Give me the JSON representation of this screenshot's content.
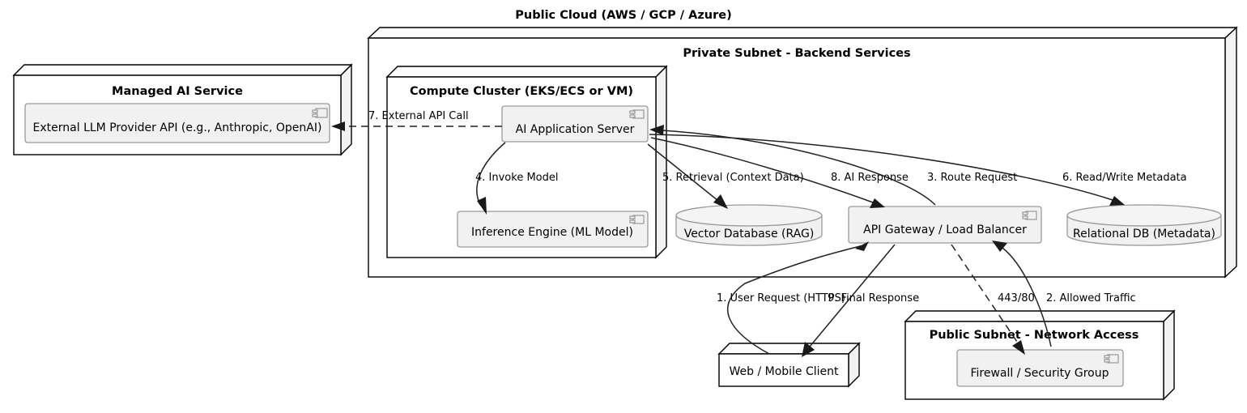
{
  "diagram": {
    "title": "Public Cloud (AWS / GCP / Azure)",
    "type": "uml-deployment-diagram",
    "colors": {
      "background": "#ffffff",
      "node_fill": "#ffffff",
      "component_fill": "#f1f1f1",
      "component_stroke": "#9a9a9a",
      "node_stroke": "#000000",
      "edge_stroke": "#222222",
      "text": "#000000"
    }
  },
  "nodes": {
    "managed_ai_service": {
      "title": "Managed AI Service",
      "shape": "node-3d",
      "components": [
        {
          "label": "External LLM Provider API (e.g., Anthropic, OpenAI)",
          "icon": "component-icon"
        }
      ]
    },
    "private_subnet": {
      "title": "Private Subnet - Backend Services",
      "shape": "node-3d",
      "components": [
        {
          "label": "API Gateway / Load Balancer",
          "icon": "component-icon",
          "shape": "component"
        },
        {
          "label": "Vector Database (RAG)",
          "icon": "database-icon",
          "shape": "database"
        },
        {
          "label": "Relational DB (Metadata)",
          "icon": "database-icon",
          "shape": "database"
        }
      ]
    },
    "compute_cluster": {
      "title": "Compute Cluster (EKS/ECS or VM)",
      "shape": "node-3d",
      "components": [
        {
          "label": "AI Application Server",
          "icon": "component-icon"
        },
        {
          "label": "Inference Engine (ML Model)",
          "icon": "component-icon"
        }
      ]
    },
    "public_subnet": {
      "title": "Public Subnet - Network Access",
      "shape": "node-3d",
      "components": [
        {
          "label": "Firewall / Security Group",
          "icon": "component-icon"
        }
      ]
    },
    "web_mobile_client": {
      "title": "Web / Mobile Client",
      "shape": "node-3d"
    }
  },
  "edges": [
    {
      "id": 1,
      "label": "1. User Request (HTTPS)",
      "from": "web_mobile_client",
      "to": "api_gateway",
      "style": "solid"
    },
    {
      "id": 2,
      "label": "2. Allowed Traffic",
      "from": "firewall",
      "to": "api_gateway",
      "style": "solid"
    },
    {
      "id": 3,
      "label": "3. Route Request",
      "from": "api_gateway",
      "to": "ai_application_server",
      "style": "solid"
    },
    {
      "id": 4,
      "label": "4. Invoke Model",
      "from": "ai_application_server",
      "to": "inference_engine",
      "style": "solid"
    },
    {
      "id": 5,
      "label": "5. Retrieval (Context Data)",
      "from": "ai_application_server",
      "to": "vector_database",
      "style": "solid"
    },
    {
      "id": 6,
      "label": "6. Read/Write Metadata",
      "from": "ai_application_server",
      "to": "relational_db",
      "style": "solid"
    },
    {
      "id": 7,
      "label": "7. External API Call",
      "from": "ai_application_server",
      "to": "external_llm_provider_api",
      "style": "dashed"
    },
    {
      "id": 8,
      "label": "8. AI Response",
      "from": "ai_application_server",
      "to": "api_gateway",
      "style": "solid"
    },
    {
      "id": 9,
      "label": "9. Final Response",
      "from": "api_gateway",
      "to": "web_mobile_client",
      "style": "solid"
    },
    {
      "id": 10,
      "label": "443/80",
      "from": "api_gateway",
      "to": "firewall",
      "style": "dashed"
    }
  ]
}
